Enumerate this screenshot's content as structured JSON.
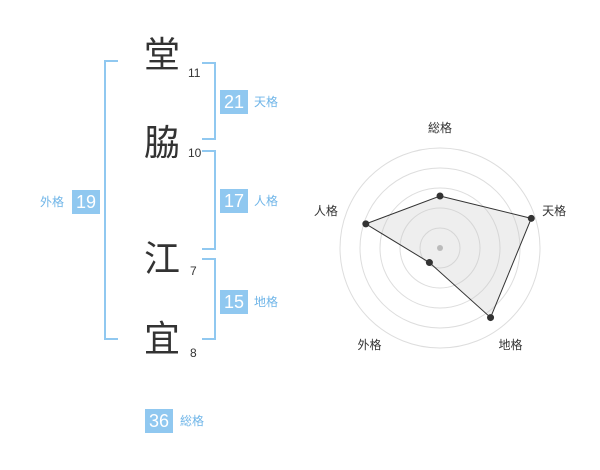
{
  "name_chars": [
    {
      "char": "堂",
      "strokes": "11"
    },
    {
      "char": "脇",
      "strokes": "10"
    },
    {
      "char": "江",
      "strokes": "7"
    },
    {
      "char": "宜",
      "strokes": "8"
    }
  ],
  "fortunes": {
    "tenkaku": {
      "label": "天格",
      "value": "21"
    },
    "jinkaku": {
      "label": "人格",
      "value": "17"
    },
    "chikaku": {
      "label": "地格",
      "value": "15"
    },
    "gaikaku": {
      "label": "外格",
      "value": "19"
    },
    "soukaku": {
      "label": "総格",
      "value": "36"
    }
  },
  "colors": {
    "accent": "#90c8f0",
    "accent_text": "#6fb5e8"
  },
  "chart_data": {
    "type": "radar",
    "axes": [
      "総格",
      "天格",
      "地格",
      "外格",
      "人格"
    ],
    "values": [
      2.6,
      4.8,
      4.3,
      0.9,
      3.9
    ],
    "range": [
      0,
      5
    ],
    "rings": 5,
    "grid": true
  }
}
